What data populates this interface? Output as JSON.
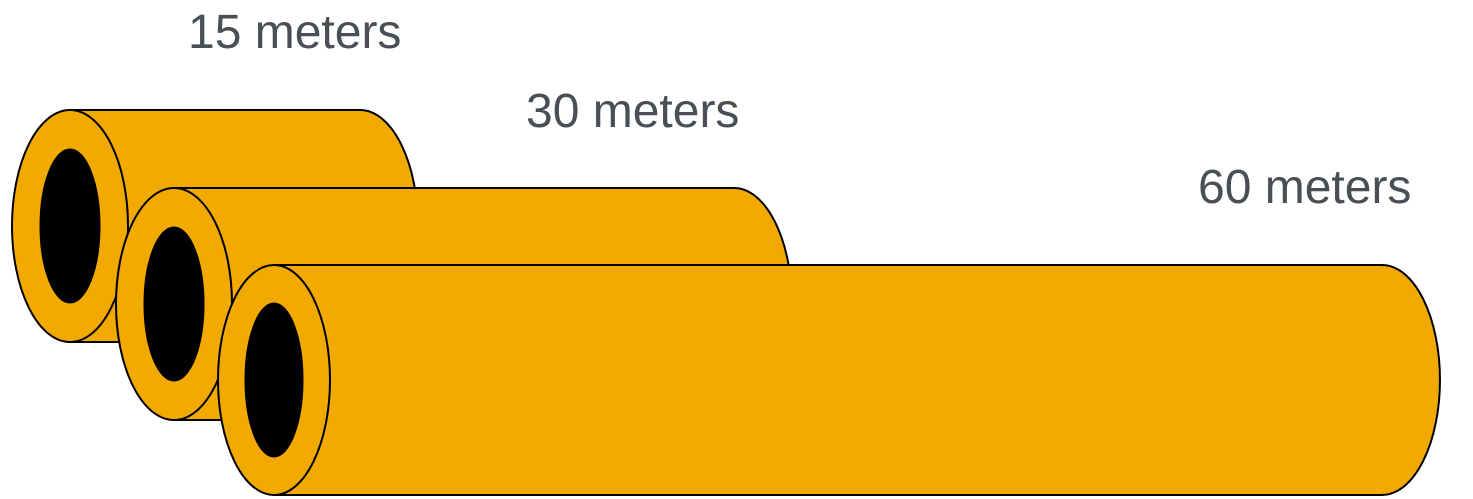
{
  "colors": {
    "pipe_fill": "#F2A900",
    "pipe_outline": "#000000",
    "pipe_bore": "#000000",
    "label_text": "#4A4F55",
    "background": "#FFFFFF"
  },
  "pipes": [
    {
      "id": "pipe-15",
      "label": "15 meters",
      "length_m": 15
    },
    {
      "id": "pipe-30",
      "label": "30 meters",
      "length_m": 30
    },
    {
      "id": "pipe-60",
      "label": "60 meters",
      "length_m": 60
    }
  ]
}
